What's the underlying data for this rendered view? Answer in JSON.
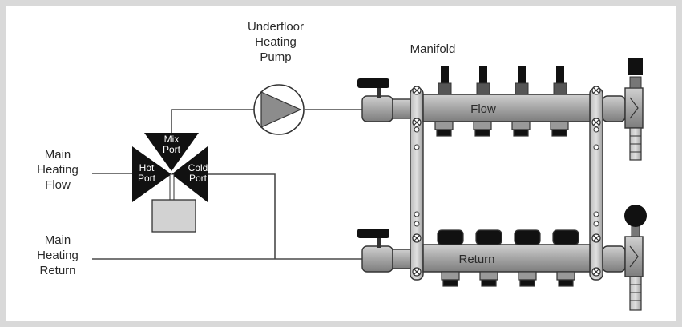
{
  "labels": {
    "pump_line1": "Underfloor",
    "pump_line2": "Heating",
    "pump_line3": "Pump",
    "manifold": "Manifold",
    "flow": "Flow",
    "return": "Return",
    "main_flow_line1": "Main",
    "main_flow_line2": "Heating",
    "main_flow_line3": "Flow",
    "main_return_line1": "Main",
    "main_return_line2": "Heating",
    "main_return_line3": "Return",
    "mix_port_line1": "Mix",
    "mix_port_line2": "Port",
    "hot_port_line1": "Hot",
    "hot_port_line2": "Port",
    "cold_port_line1": "Cold",
    "cold_port_line2": "Port"
  },
  "colors": {
    "background": "#d9d9d9",
    "panel": "#ffffff",
    "pipe": "#4a4a4a",
    "bar_metal": "#a9a9a9",
    "valve_black": "#111111",
    "pump_triangle": "#8c8c8c"
  }
}
